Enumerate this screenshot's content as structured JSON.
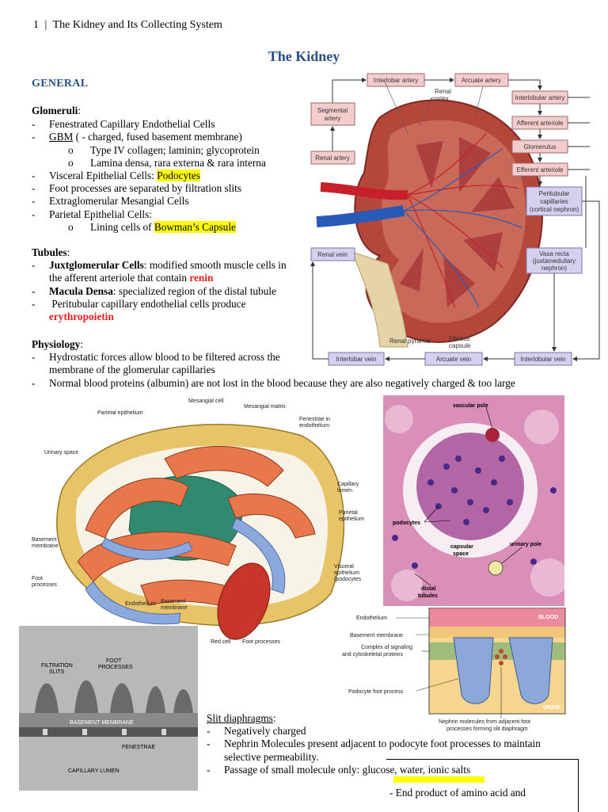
{
  "header": {
    "page_number": "1",
    "separator": "|",
    "doc_title": "The Kidney and Its Collecting System"
  },
  "title": "The Kidney",
  "section": "GENERAL",
  "glomeruli": {
    "heading": "Glomeruli",
    "colon": ":",
    "items": [
      "Fenestrated Capillary Endothelial Cells",
      "GBM",
      "( - charged, fused basement membrane)",
      "Type IV collagen; laminin; glycoprotein",
      "Lamina densa, rara externa & rara interna",
      "Visceral Epithelial Cells: ",
      "Podocytes",
      "Foot processes are separated by filtration slits",
      "Extraglomerular Mesangial Cells",
      "Parietal Epithelial Cells:",
      "Lining cells of ",
      "Bowman’s Capsule"
    ]
  },
  "tubules": {
    "heading": "Tubules",
    "colon": ":",
    "jg_bold": "Juxtglomerular Cells",
    "jg_rest": ": modified smooth muscle cells in",
    "jg_line2": "the afferent arteriole that contain ",
    "renin": "renin",
    "md_bold": "Macula Densa",
    "md_rest": ": specialized region of the distal tubule",
    "pt_line1": " Peritubular capillary endothelial cells produce",
    "epo": "erythropoietin"
  },
  "physiology": {
    "heading": "Physiology",
    "colon": ":",
    "line1": "Hydrostatic forces allow blood to be filtered across the",
    "line2": "membrane of the glomerular capillaries",
    "line3": "Normal blood proteins (albumin) are not lost in the blood because they are also negatively charged & too large"
  },
  "dash": "-",
  "bullet": "o",
  "kidney_diagram": {
    "boxes": {
      "interlobar_artery": "Interlobar artery",
      "arcuate_artery": "Arcuate artery",
      "interlobular_artery": "Interlobular artery",
      "segmental_artery_1": "Segmental",
      "segmental_artery_2": "artery",
      "afferent_arteriole": "Afferent arteriole",
      "glomerulus": "Glomerulus",
      "renal_artery": "Renal artery",
      "efferent_arteriole": "Efferent arteriole",
      "peritubular_1": "Peritubular",
      "peritubular_2": "capillaries",
      "peritubular_3": "(cortical nephron)",
      "renal_vein": "Renal vein",
      "vasa_recta_1": "Vasa recta",
      "vasa_recta_2": "(juxtamedullary",
      "vasa_recta_3": "nephron)",
      "interlobar_vein": "Interlobar vein",
      "arcuate_vein": "Arcuate vein",
      "interlobular_vein": "Interlobular vein"
    },
    "labels": {
      "renal_cortex_1": "Renal",
      "renal_cortex_2": "cortex",
      "renal_pyramid": "Renal pyramid",
      "fibrous_capsule_1": "Fibrous",
      "fibrous_capsule_2": "capsule"
    }
  },
  "glomerulus_diagram": {
    "labels": {
      "mesangial_cell": "Mesangial cell",
      "mesangial_matrix": "Mesangial matrix",
      "parietal_epithelium": "Parietal epithelium",
      "fenestrae_1": "Fenestrae in",
      "fenestrae_2": "endothelium",
      "urinary_space": "Urinary space",
      "capillary_lumen_1": "Capillary",
      "capillary_lumen_2": "lumen",
      "parietal_epithelium_r1": "Parietal",
      "parietal_epithelium_r2": "epithelium",
      "basement_membrane_1": "Basement",
      "basement_membrane_2": "membrane",
      "visceral_1": "Visceral",
      "visceral_2": "epithelium",
      "visceral_3": "(podocytes",
      "foot_processes_1": "Foot",
      "foot_processes_2": "processes",
      "endothelium": "Endothelium",
      "basement_membrane_b1": "Basement",
      "basement_membrane_b2": "membrane",
      "red_cell": "Red cell",
      "foot_processes_b": "Foot processes"
    }
  },
  "histology": {
    "labels": {
      "vascular_pole": "vascular pole",
      "podocytes": "podocytes",
      "capsular_space_1": "capsular",
      "capsular_space_2": "space",
      "urinary_pole": "urinary pole",
      "distal_tubules_1": "distal",
      "distal_tubules_2": "tubules"
    }
  },
  "em_image": {
    "labels": {
      "filtration_slits_1": "FILTRATION",
      "filtration_slits_2": "SLITS",
      "foot_processes_1": "FOOT",
      "foot_processes_2": "PROCESSES",
      "basement_membrane": "BASEMENT MEMBRANE",
      "fenestrae": "FENESTRAE",
      "capillary_lumen": "CAPILLARY LUMEN"
    }
  },
  "slit_diagram": {
    "labels": {
      "endothelium": "Endothelium",
      "basement_membrane": "Basement membrane",
      "complex_1": "Complex of signaling",
      "complex_2": "and cytoskeletal proteins",
      "podocyte_foot": "Podocyte foot process",
      "blood": "BLOOD",
      "urine": "URINE",
      "caption_1": "Nephrin molecules from adjacent foot",
      "caption_2": "processes forming slit diaphragm"
    }
  },
  "slit_diaphragms": {
    "heading": "Slit diaphragms",
    "colon": ":",
    "item1": "Negatively charged",
    "item2a": "Nephrin Molecules present adjacent to podocyte foot processes to maintain",
    "item2b": "selective permeability.",
    "item3": "Passage of small molecule only: glucose, water, ionic salts"
  },
  "box_note": {
    "line1": "- End product of amino acid and"
  },
  "colors": {
    "title": "#2a4f87",
    "highlight": "#ffff00",
    "emphasis": "#e02020"
  }
}
